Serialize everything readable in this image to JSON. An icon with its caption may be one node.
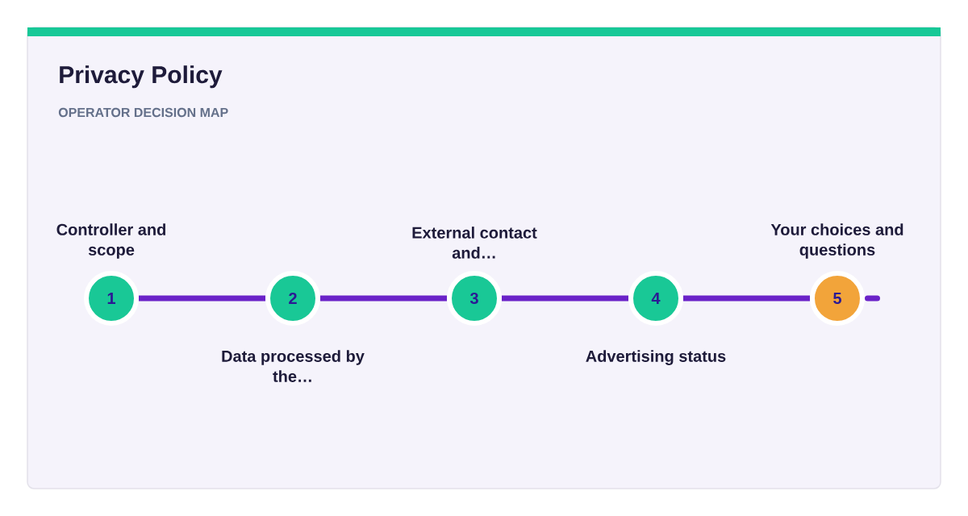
{
  "diagram": {
    "title": "Privacy Policy",
    "nodes": [
      {
        "text": [
          "1"
        ],
        "beside": [
          "Controller and scope"
        ]
      },
      {
        "text": [
          "2"
        ],
        "beside": [
          "Data processed by the…"
        ]
      },
      {
        "text": [
          "3"
        ],
        "beside": [
          "External contact and…"
        ]
      },
      {
        "text": [
          "4"
        ],
        "beside": [
          "Advertising status"
        ]
      },
      {
        "text": [
          "5"
        ],
        "beside": [
          "Your choices and questions"
        ]
      }
    ],
    "edges": [
      {
        "from": 0,
        "to": 1,
        "arrow": "none"
      },
      {
        "from": 1,
        "to": 2,
        "arrow": "none"
      },
      {
        "from": 2,
        "to": 3,
        "arrow": "none"
      },
      {
        "from": 3,
        "to": 4,
        "arrow": "none"
      },
      {
        "from": 4,
        "to": null,
        "arrow": "none"
      }
    ],
    "labels": [
      "OPERATOR DECISION MAP"
    ]
  }
}
